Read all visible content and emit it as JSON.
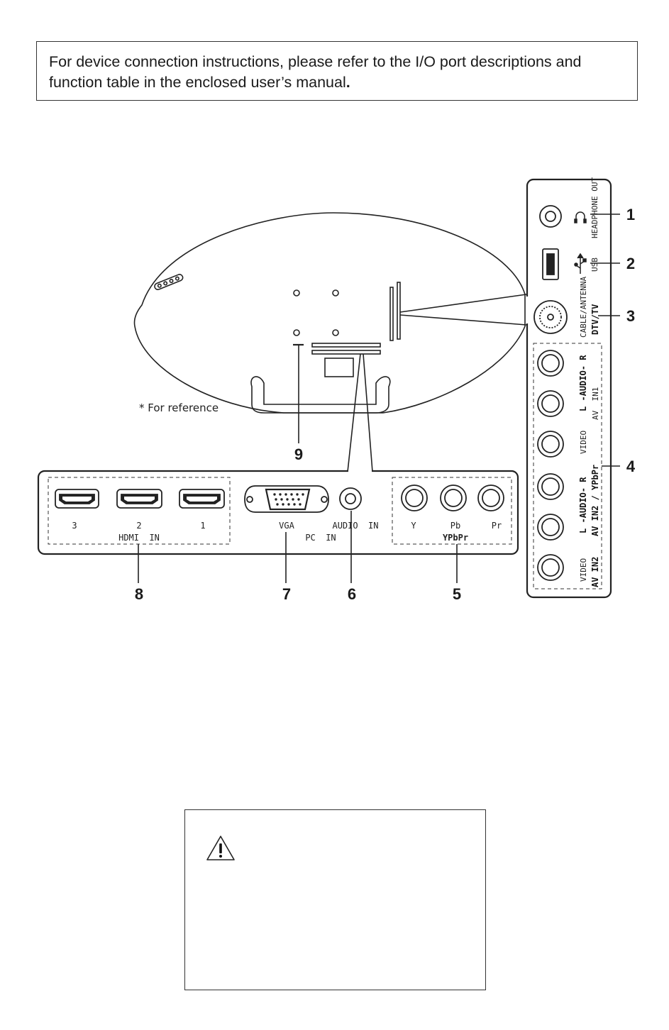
{
  "notice": {
    "text": "For device connection instructions, please refer to the I/O port descriptions and function table in the enclosed user’s manual",
    "period": "."
  },
  "diagram": {
    "reference_note": "* For reference",
    "callouts": [
      "1",
      "2",
      "3",
      "4",
      "5",
      "6",
      "7",
      "8",
      "9"
    ],
    "bottom_panel": {
      "hdmi_numbers": [
        "3",
        "2",
        "1"
      ],
      "hdmi_label": "HDMI  IN",
      "vga_label": "VGA",
      "audio_in_label": "AUDIO  IN",
      "pc_in_label": "PC  IN",
      "ypbpr_ports": [
        "Y",
        "Pb",
        "Pr"
      ],
      "ypbpr_label": "YPbPr"
    },
    "side_panel": {
      "headphone_label": "HEADPHONE OUT",
      "usb_label": "USB",
      "antenna_label": "CABLE/ANTENNA",
      "dtv_label": "DTV/TV",
      "audio_label_1": "L -AUDIO- R",
      "av_in1_label": "AV  IN1",
      "video_label_1": "VIDEO",
      "audio_label_2": "L -AUDIO- R",
      "av_in2_ypbpr_label": "AV IN2 / YPbPr",
      "video_label_2": "VIDEO",
      "av_in2_label": "AV IN2"
    }
  },
  "caution_box": {
    "icon": "warning-triangle-icon"
  }
}
